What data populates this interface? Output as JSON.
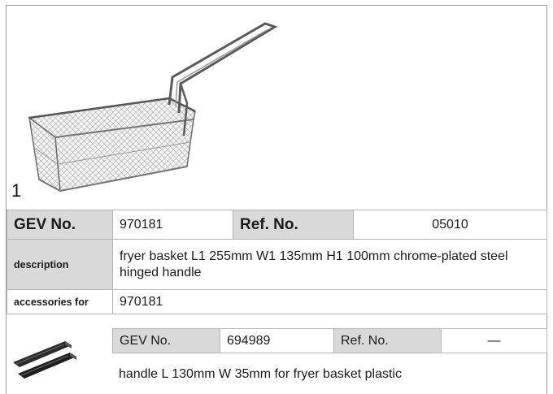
{
  "figure_number": "1",
  "main": {
    "gev_label": "GEV No.",
    "gev_value": "970181",
    "ref_label": "Ref. No.",
    "ref_value": "05010",
    "description_label": "description",
    "description_line1": "fryer basket  L1 255mm W1 135mm H1 100mm chrome-plated steel",
    "description_line2": "hinged handle",
    "accessories_label": "accessories for",
    "accessories_value": "970181"
  },
  "accessory": {
    "gev_label": "GEV No.",
    "gev_value": "694989",
    "ref_label": "Ref. No.",
    "ref_value": "—",
    "description": "handle  L 130mm W 35mm for fryer basket plastic"
  }
}
